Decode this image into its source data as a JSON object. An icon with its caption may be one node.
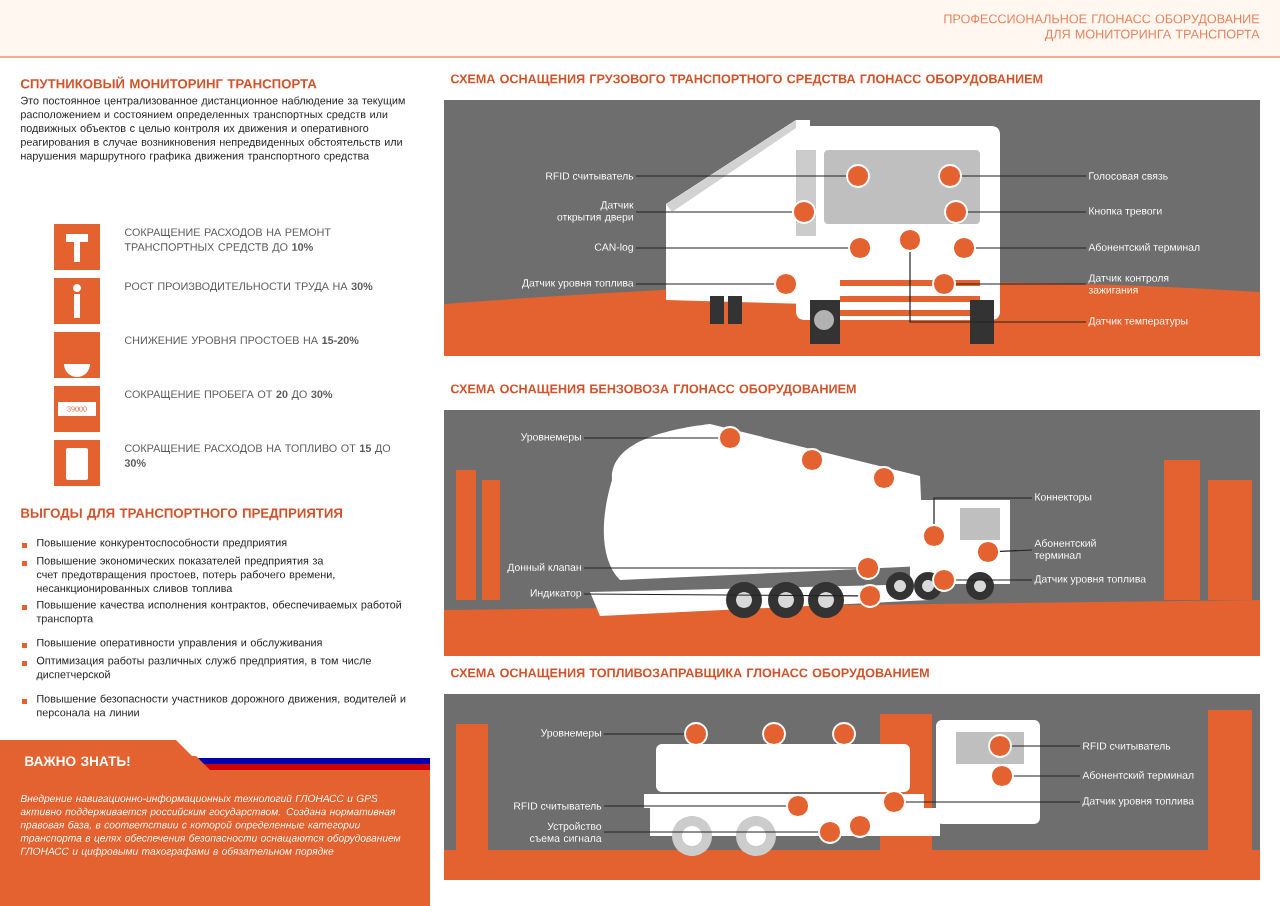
{
  "diagram": {
    "title": "ПРОФЕССИОНАЛЬНОЕ ГЛОНАСС ОБОРУДОВАНИЕ ДЛЯ МОНИТОРИНГА ТРАНСПОРТА",
    "nodes": [
      {
        "text": [
          "RFID считыватель"
        ]
      },
      {
        "text": [
          "Датчик открытия двери"
        ]
      },
      {
        "text": [
          "CAN-log"
        ]
      },
      {
        "text": [
          "Датчик уровня топлива"
        ]
      },
      {
        "text": [
          "Голосовая связь"
        ]
      },
      {
        "text": [
          "Кнопка тревоги"
        ]
      },
      {
        "text": [
          "Абонентский терминал"
        ]
      },
      {
        "text": [
          "Датчик контроля зажигания"
        ]
      },
      {
        "text": [
          "Датчик температуры"
        ]
      },
      {
        "text": [],
        "shape": "circle"
      },
      {
        "text": [],
        "shape": "circle"
      },
      {
        "text": [],
        "shape": "circle"
      },
      {
        "text": [],
        "shape": "circle"
      },
      {
        "text": [],
        "shape": "circle"
      },
      {
        "text": [],
        "shape": "circle"
      },
      {
        "text": [],
        "shape": "circle"
      },
      {
        "text": [],
        "shape": "circle"
      },
      {
        "text": [],
        "shape": "circle"
      },
      {
        "text": [
          "Уровнемеры"
        ]
      },
      {
        "text": [
          "Донный клапан"
        ]
      },
      {
        "text": [
          "Индикатор"
        ]
      },
      {
        "text": [
          "Коннекторы"
        ]
      },
      {
        "text": [
          "Абонентский терминал"
        ]
      },
      {
        "text": [
          "Датчик уровня топлива"
        ]
      },
      {
        "text": [],
        "shape": "circle"
      },
      {
        "text": [],
        "shape": "circle"
      },
      {
        "text": [],
        "shape": "circle"
      },
      {
        "text": [],
        "shape": "circle"
      },
      {
        "text": [],
        "shape": "circle"
      },
      {
        "text": [],
        "shape": "circle"
      },
      {
        "text": [],
        "shape": "circle"
      },
      {
        "text": [],
        "shape": "circle"
      },
      {
        "text": [
          "Уровнемеры"
        ]
      },
      {
        "text": [
          "RFID считыватель"
        ]
      },
      {
        "text": [
          "Устройство съема сигнала"
        ]
      },
      {
        "text": [
          "RFID считыватель"
        ]
      },
      {
        "text": [
          "Абонентский терминал"
        ]
      },
      {
        "text": [
          "Датчик уровня топлива"
        ]
      },
      {
        "text": [],
        "shape": "circle"
      },
      {
        "text": [],
        "shape": "circle"
      },
      {
        "text": [],
        "shape": "circle"
      },
      {
        "text": [],
        "shape": "circle"
      },
      {
        "text": [],
        "shape": "circle"
      },
      {
        "text": [],
        "shape": "circle"
      },
      {
        "text": [],
        "shape": "circle"
      },
      {
        "text": [],
        "shape": "circle"
      },
      {
        "text": [],
        "shape": "circle"
      }
    ],
    "edges": [
      {
        "from": 0,
        "to": 9,
        "arrow": "none"
      },
      {
        "from": 1,
        "to": 10,
        "arrow": "none"
      },
      {
        "from": 2,
        "to": 11,
        "arrow": "none"
      },
      {
        "from": 3,
        "to": 12,
        "arrow": "none"
      },
      {
        "from": 4,
        "to": 13,
        "arrow": "none"
      },
      {
        "from": 5,
        "to": 14,
        "arrow": "none"
      },
      {
        "from": 6,
        "to": 15,
        "arrow": "none"
      },
      {
        "from": 7,
        "to": 16,
        "arrow": "none"
      },
      {
        "from": 8,
        "to": 17,
        "arrow": "none"
      },
      {
        "from": 18,
        "to": 24,
        "arrow": "none"
      },
      {
        "from": 19,
        "to": 27,
        "arrow": "none"
      },
      {
        "from": 20,
        "to": 28,
        "arrow": "none"
      },
      {
        "from": 21,
        "to": 29,
        "arrow": "none"
      },
      {
        "from": 22,
        "to": 30,
        "arrow": "none"
      },
      {
        "from": 23,
        "to": 31,
        "arrow": "none"
      },
      {
        "from": 32,
        "to": 38,
        "arrow": "none"
      },
      {
        "from": 33,
        "to": 41,
        "arrow": "none"
      },
      {
        "from": 34,
        "to": 42,
        "arrow": "none"
      },
      {
        "from": 35,
        "to": 44,
        "arrow": "none"
      },
      {
        "from": 36,
        "to": 45,
        "arrow": "none"
      },
      {
        "from": 37,
        "to": 46,
        "arrow": "none"
      }
    ],
    "labels": [
      "СПУТНИКОВЫЙ МОНИТОРИНГ ТРАНСПОРТА",
      "Это постоянное централизованное дистанционное наблюдение за текущим расположением и состоянием определенных транспортных средств или подвижных объектов с целью контроля их движения и оперативного реагирования в случае возникновения непредвиденных обстоятельств или нарушения маршрутного графика движения транспортного средства",
      "СОКРАЩЕНИЕ РАСХОДОВ НА РЕМОНТ ТРАНСПОРТНЫХ СРЕДСТВ ДО **10%**",
      "РОСТ ПРОИЗВОДИТЕЛЬНОСТИ ТРУДА НА **30%**",
      "СНИЖЕНИЕ УРОВНЯ ПРОСТОЕВ НА **15-20%**",
      "39000",
      "СОКРАЩЕНИЕ ПРОБЕГА ОТ **20** ДО **30%**",
      "СОКРАЩЕНИЕ РАСХОДОВ НА ТОПЛИВО ОТ **15** ДО **30%**",
      "ВЫГОДЫ ДЛЯ ТРАНСПОРТНОГО ПРЕДПРИЯТИЯ",
      "Повышение конкурентоспособности предприятия",
      "Повышение экономических показателей предприятия за счет предотвращения простоев, потерь рабочего времени, несанкционированных сливов топлива",
      "Повышение качества исполнения контрактов, обеспечиваемых работой транспорта",
      "Повышение оперативности управления и обслуживания",
      "Оптимизация работы различных служб предприятия, в том числе диспетчерской",
      "Повышение безопасности участников дорожного движения, водителей и персонала на линии",
      "ВАЖНО ЗНАТЬ!",
      "Внедрение навигационно-информационных технологий ГЛОНАСС и GPS активно поддерживается российским государством. Создана нормативная правовая база, в соответствии с которой определенные категории транспорта в целях обеспечения безопасности оснащаются оборудованием ГЛОНАСС и цифровыми тахографами в обязательном порядке",
      "СХЕМА ОСНАЩЕНИЯ ГРУЗОВОГО ТРАНСПОРТНОГО СРЕДСТВА ГЛОНАСС ОБОРУДОВАНИЕМ",
      "СХЕМА ОСНАЩЕНИЯ БЕНЗОВОЗА ГЛОНАСС ОБОРУДОВАНИЕМ",
      "СХЕМА ОСНАЩЕНИЯ ТОПЛИВОЗАПРАВЩИКА ГЛОНАСС ОБОРУДОВАНИЕМ"
    ]
  }
}
